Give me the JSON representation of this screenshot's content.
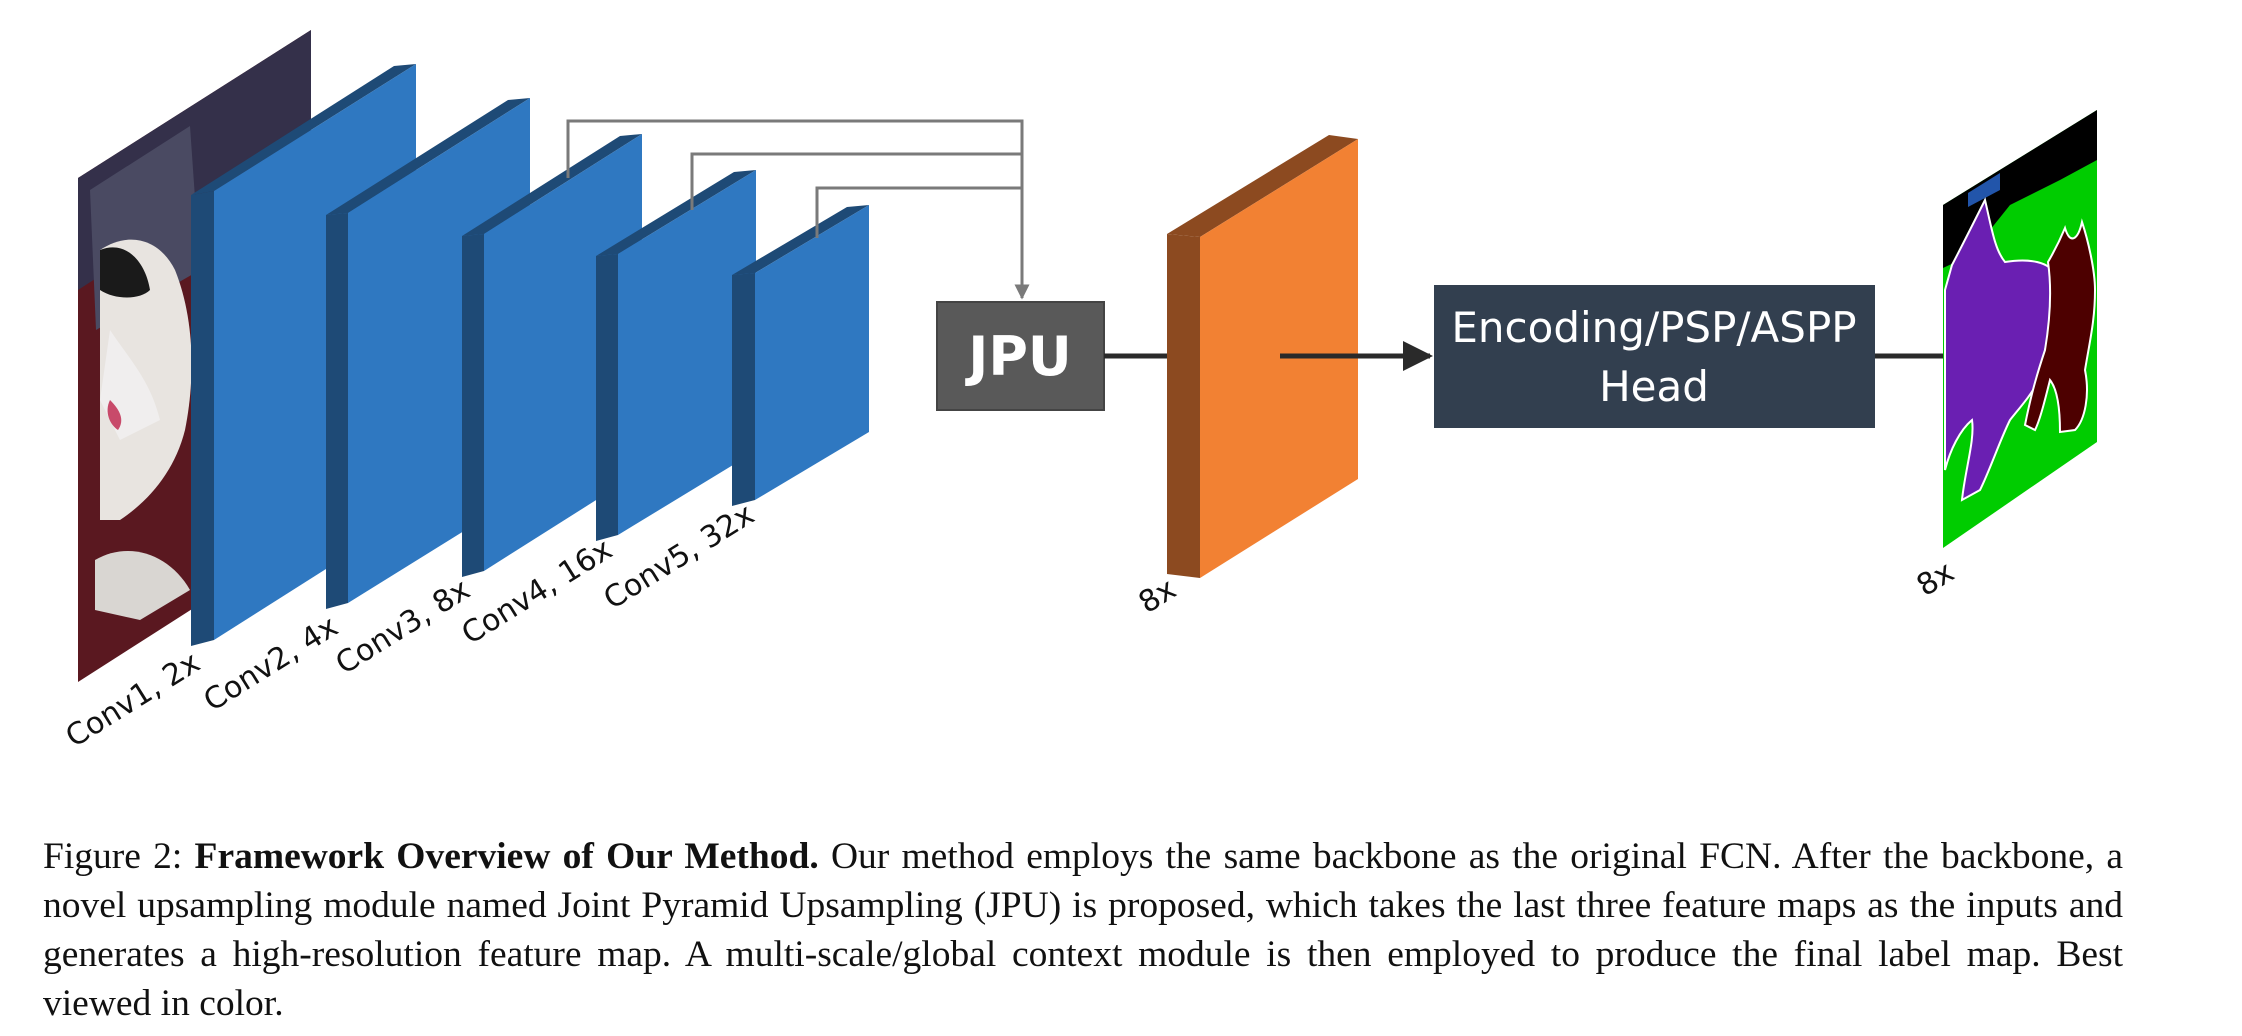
{
  "figure": {
    "layers": [
      {
        "label": "Conv1, 2x"
      },
      {
        "label": "Conv2, 4x"
      },
      {
        "label": "Conv3, 8x"
      },
      {
        "label": "Conv4, 16x"
      },
      {
        "label": "Conv5, 32x"
      }
    ],
    "jpu_label": "JPU",
    "feature_label": "8x",
    "head_label_line1": "Encoding/PSP/ASPP",
    "head_label_line2": "Head",
    "output_label": "8x",
    "colors": {
      "backbone_face": "#2F78C1",
      "backbone_side": "#1E4A76",
      "jpu_box": "#595959",
      "feature_face": "#F28133",
      "feature_side": "#8C4A20",
      "head_box": "#323F4F",
      "connector": "#7a7a7a",
      "arrow": "#2a2a2a"
    }
  },
  "caption": {
    "prefix": "Figure 2: ",
    "title": "Framework Overview of Our Method.",
    "body": " Our method employs the same backbone as the original FCN. After the backbone, a novel upsampling module named Joint Pyramid Upsampling (JPU) is proposed, which takes the last three feature maps as the inputs and generates a high-resolution feature map.  A multi-scale/global context module is then employed to produce the final label map. Best viewed in color."
  }
}
